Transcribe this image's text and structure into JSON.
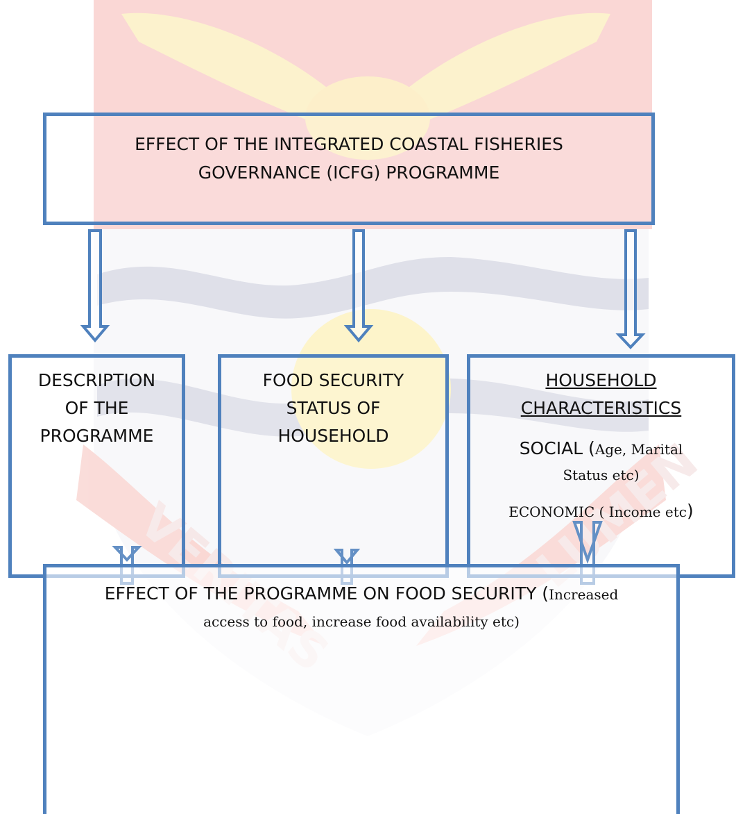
{
  "diagram": {
    "top": {
      "line1": "EFFECT OF THE INTEGRATED COASTAL FISHERIES",
      "line2": "GOVERNANCE (ICFG) PROGRAMME"
    },
    "description": {
      "lines": [
        "DESCRIPTION",
        "OF THE",
        "PROGRAMME"
      ]
    },
    "food_security": {
      "lines": [
        "FOOD SECURITY",
        "STATUS OF",
        "HOUSEHOLD"
      ]
    },
    "household": {
      "heading": [
        "HOUSEHOLD",
        "CHARACTERISTICS"
      ],
      "social_label": "SOCIAL (",
      "social_detail": "Age, Marital",
      "social_detail2": "Status etc)",
      "economic": "ECONOMIC ( Income etc",
      "economic_close": ")"
    },
    "effect": {
      "label": "EFFECT OF THE PROGRAMME ON FOOD SECURITY (",
      "detail1": "Increased",
      "detail2": "access to food, increase food availability etc)"
    }
  },
  "colors": {
    "box_border": "#4f81bd",
    "arrow_border": "#4f81bd",
    "watermark_red": "#f2a39f",
    "watermark_yellow": "#fbe48c",
    "watermark_navy": "#b9bcd0"
  },
  "watermark": {
    "left_text": "VERITAS",
    "right_text": "LUMEN"
  }
}
